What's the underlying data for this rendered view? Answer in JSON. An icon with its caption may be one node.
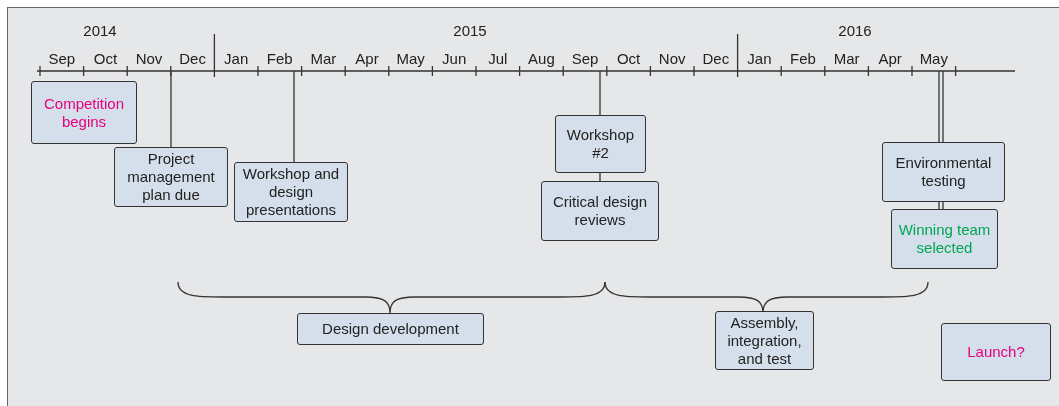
{
  "diagram": {
    "nodes": [
      {
        "text": [
          "Competition begins"
        ]
      },
      {
        "text": [
          "Project management plan due"
        ]
      },
      {
        "text": [
          "Workshop and design presentations"
        ]
      },
      {
        "text": [
          "Workshop #2"
        ]
      },
      {
        "text": [
          "Critical design reviews"
        ]
      },
      {
        "text": [
          "Environmental testing"
        ]
      },
      {
        "text": [
          "Winning team selected"
        ]
      },
      {
        "text": [
          "Design development"
        ]
      },
      {
        "text": [
          "Assembly, integration, and test"
        ]
      },
      {
        "text": [
          "Launch?"
        ]
      },
      {
        "text": [],
        "shape": "line"
      }
    ],
    "edges": [
      {
        "from": 1,
        "to": 10,
        "arrow": "none"
      },
      {
        "from": 2,
        "to": 10,
        "arrow": "none"
      },
      {
        "from": 3,
        "to": 10,
        "arrow": "none"
      },
      {
        "from": 4,
        "to": 3,
        "arrow": "none"
      },
      {
        "from": 5,
        "to": 10,
        "arrow": "none"
      },
      {
        "from": 6,
        "to": 5,
        "arrow": "none"
      }
    ],
    "labels": [
      "2014",
      "2015",
      "2016",
      "Sep",
      "Oct",
      "Nov",
      "Dec",
      "Jan",
      "Feb",
      "Mar",
      "Apr",
      "May",
      "Jun",
      "Jul",
      "Aug",
      "Sep",
      "Oct",
      "Nov",
      "Dec",
      "Jan",
      "Feb",
      "Mar",
      "Apr",
      "May"
    ]
  }
}
